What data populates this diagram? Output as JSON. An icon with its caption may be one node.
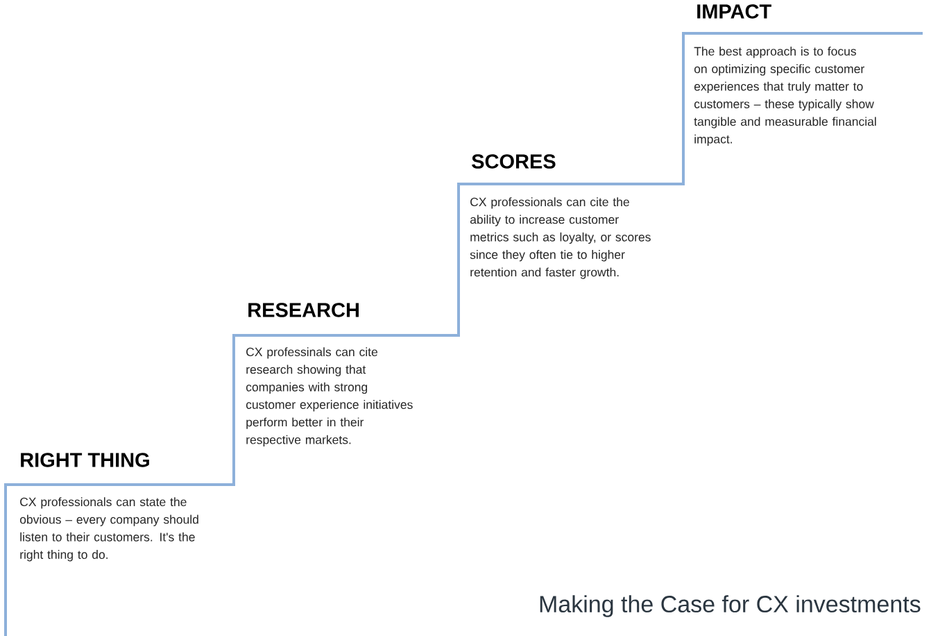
{
  "diagram": {
    "title": "Making the Case for CX investments",
    "nodes": [
      {
        "text": [
          "RIGHT THING",
          "CX professionals can state the obvious – every company should listen to their customers. It's the right thing to do."
        ]
      },
      {
        "text": [
          "RESEARCH",
          "CX professinals can cite research showing that companies with strong customer experience initiatives perform better in their respective markets."
        ]
      },
      {
        "text": [
          "SCORES",
          "CX professionals can cite the ability to increase customer metrics such as loyalty, or scores since they often tie to higher retention and faster growth."
        ]
      },
      {
        "text": [
          "IMPACT",
          "The best approach is to focus on optimizing specific customer experiences that truly matter to customers – these typically show tangible and measurable financial impact."
        ]
      }
    ]
  }
}
